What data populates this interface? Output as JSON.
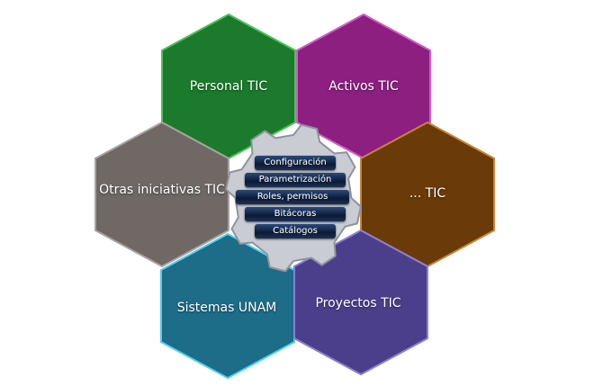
{
  "hexagons": [
    {
      "label": "Personal TIC",
      "color": "#1b7a2c",
      "border": "#4fc35c"
    },
    {
      "label": "Activos TIC",
      "color": "#8c1f80",
      "border": "#d060c4"
    },
    {
      "label": "Otras iniciativas TIC",
      "color": "#6f6865",
      "border": "#aaa3a0"
    },
    {
      "label": "... TIC",
      "color": "#6a3a08",
      "border": "#c68638"
    },
    {
      "label": "Sistemas UNAM",
      "color": "#1d6c88",
      "border": "#4fd0f0"
    },
    {
      "label": "Proyectos TIC",
      "color": "#4b3f8c",
      "border": "#8d80d0"
    }
  ],
  "center": {
    "items": [
      "Configuración",
      "Parametrización",
      "Roles, permisos",
      "Bitácoras",
      "Catálogos"
    ]
  }
}
